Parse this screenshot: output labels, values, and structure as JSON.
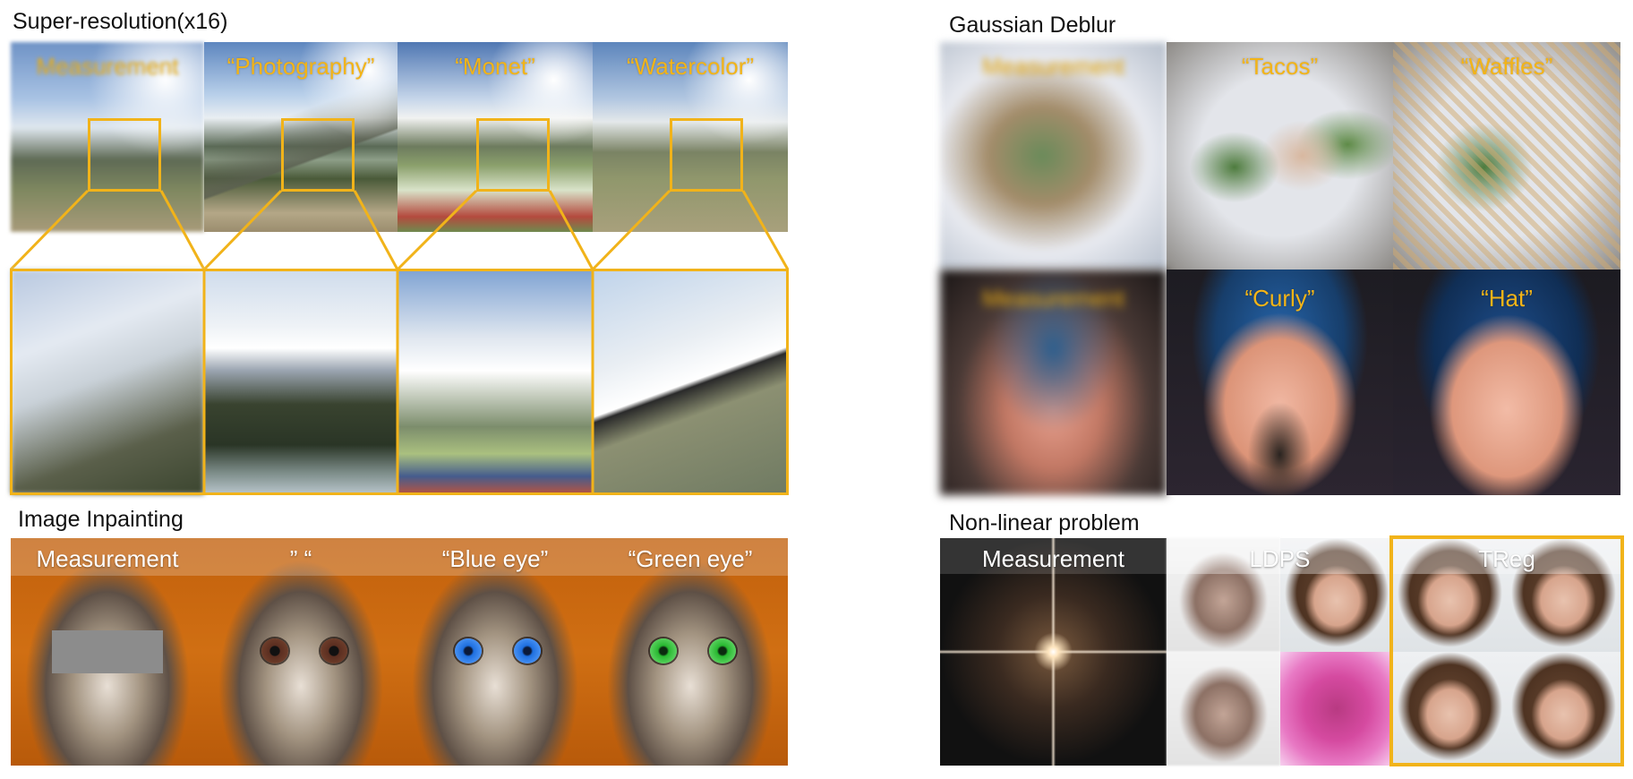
{
  "sections": {
    "super_resolution": {
      "title": "Super-resolution(x16)",
      "labels": [
        "Measurement",
        "“Photography”",
        "“Monet”",
        "“Watercolor”"
      ]
    },
    "gaussian_deblur": {
      "title": "Gaussian Deblur",
      "labels_row1": [
        "Measurement",
        "“Tacos”",
        "“Waffles”"
      ],
      "labels_row2": [
        "Measurement",
        "“Curly”",
        "“Hat”"
      ]
    },
    "image_inpainting": {
      "title": "Image Inpainting",
      "labels": [
        "Measurement",
        "” “",
        "“Blue eye”",
        "“Green eye”"
      ]
    },
    "non_linear": {
      "title": "Non-linear problem",
      "labels": [
        "Measurement",
        "LDPS",
        "TReg"
      ]
    }
  },
  "colors": {
    "accent_yellow": "#f3b417",
    "box_yellow": "#f1b31a",
    "mask_gray": "#8c8c8c",
    "blue_eye": "#1e6fe0",
    "green_eye": "#28b830",
    "brown_eye": "#5a2e20"
  }
}
